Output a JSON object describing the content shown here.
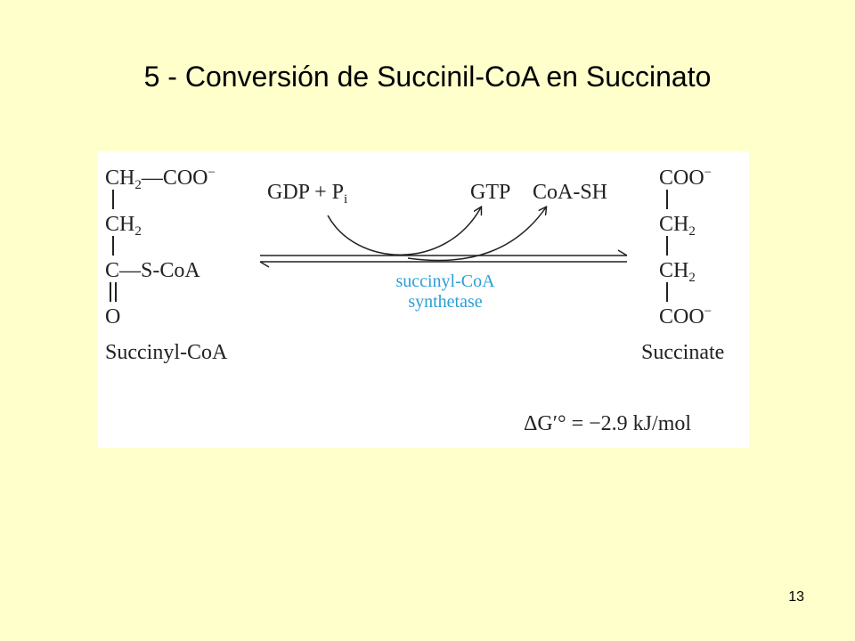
{
  "slide": {
    "title": "5 - Conversión de Succinil-CoA en Succinato",
    "page_number": "13"
  },
  "reaction": {
    "substrate": {
      "name": "Succinyl-CoA",
      "row1_ch": "CH",
      "row1_sub": "2",
      "row1_rest": "—COO",
      "row1_charge": "−",
      "row2_ch": "CH",
      "row2_sub": "2",
      "row3": "C—S-CoA",
      "row4": "O"
    },
    "product": {
      "name": "Succinate",
      "row1": "COO",
      "row1_charge": "−",
      "row2_ch": "CH",
      "row2_sub": "2",
      "row3_ch": "CH",
      "row3_sub": "2",
      "row4": "COO",
      "row4_charge": "−"
    },
    "cofactors": {
      "gdp": "GDP + P",
      "gdp_sub": "i",
      "gtp": "GTP",
      "coash": "CoA-SH"
    },
    "enzyme": {
      "line1": "succinyl-CoA",
      "line2": "synthetase"
    },
    "delta_g": "ΔG′° = −2.9 kJ/mol"
  },
  "colors": {
    "background": "#ffffcc",
    "enzyme": "#2a9fd6"
  }
}
